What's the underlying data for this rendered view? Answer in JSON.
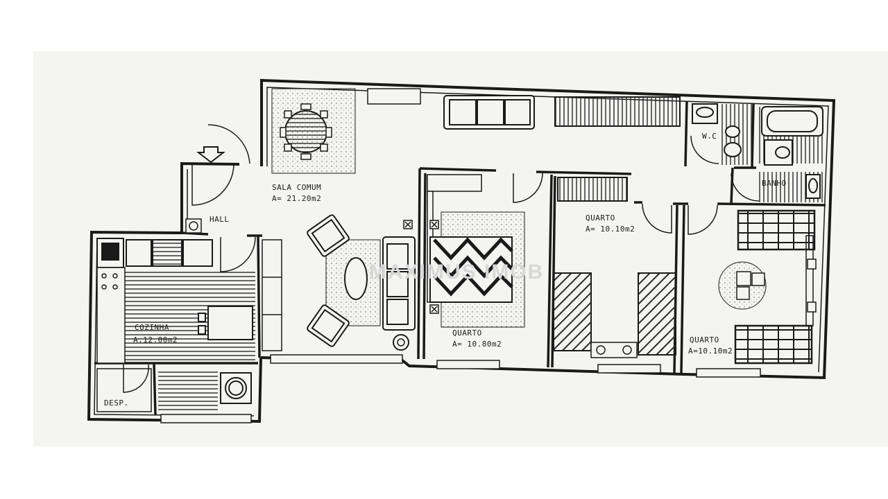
{
  "rooms": {
    "sala": {
      "name": "SALA COMUM",
      "area": "A= 21.20m2"
    },
    "hall": {
      "name": "HALL"
    },
    "cozinha": {
      "name": "COZINHA",
      "area": "A.12.00m2"
    },
    "desp": {
      "name": "DESP."
    },
    "quarto1": {
      "name": "QUARTO",
      "area": "A= 10.80m2"
    },
    "quarto2": {
      "name": "QUARTO",
      "area": "A= 10.10m2"
    },
    "quarto3": {
      "name": "QUARTO",
      "area": "A=10.10m2"
    },
    "wc": {
      "name": "W.C"
    },
    "banho": {
      "name": "BANHO"
    }
  },
  "watermark": "MAXIMUS IMOB",
  "colors": {
    "line": "#1a1a1a",
    "paper": "#f4f4f2",
    "hatch": "#2a2a2a"
  },
  "icons": {
    "entrance": "entrance-arrow-icon",
    "stove": "stove-icon",
    "washer": "washing-machine-icon"
  }
}
